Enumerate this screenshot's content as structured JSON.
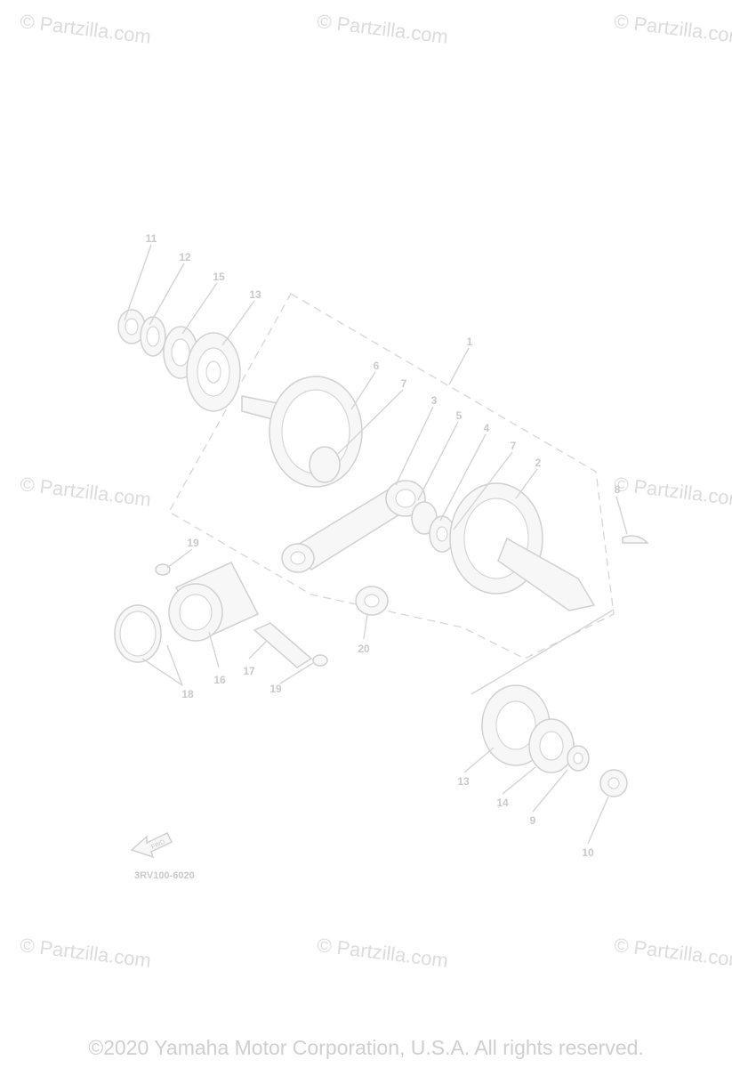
{
  "watermarks": [
    "© Partzilla.com",
    "© Partzilla.com",
    "© Partzilla.com",
    "© Partzilla.com",
    "© Partzilla.com",
    "© Partzilla.com",
    "© Partzilla.com",
    "© Partzilla.com"
  ],
  "callouts": [
    "11",
    "12",
    "15",
    "13",
    "1",
    "6",
    "7",
    "3",
    "5",
    "4",
    "7",
    "2",
    "8",
    "19",
    "16",
    "17",
    "19",
    "18",
    "20",
    "13",
    "14",
    "9",
    "10"
  ],
  "diagram_code": "3RV100-6020",
  "fwd_label": "FWD",
  "copyright": "©2020 Yamaha Motor Corporation, U.S.A. All rights reserved."
}
